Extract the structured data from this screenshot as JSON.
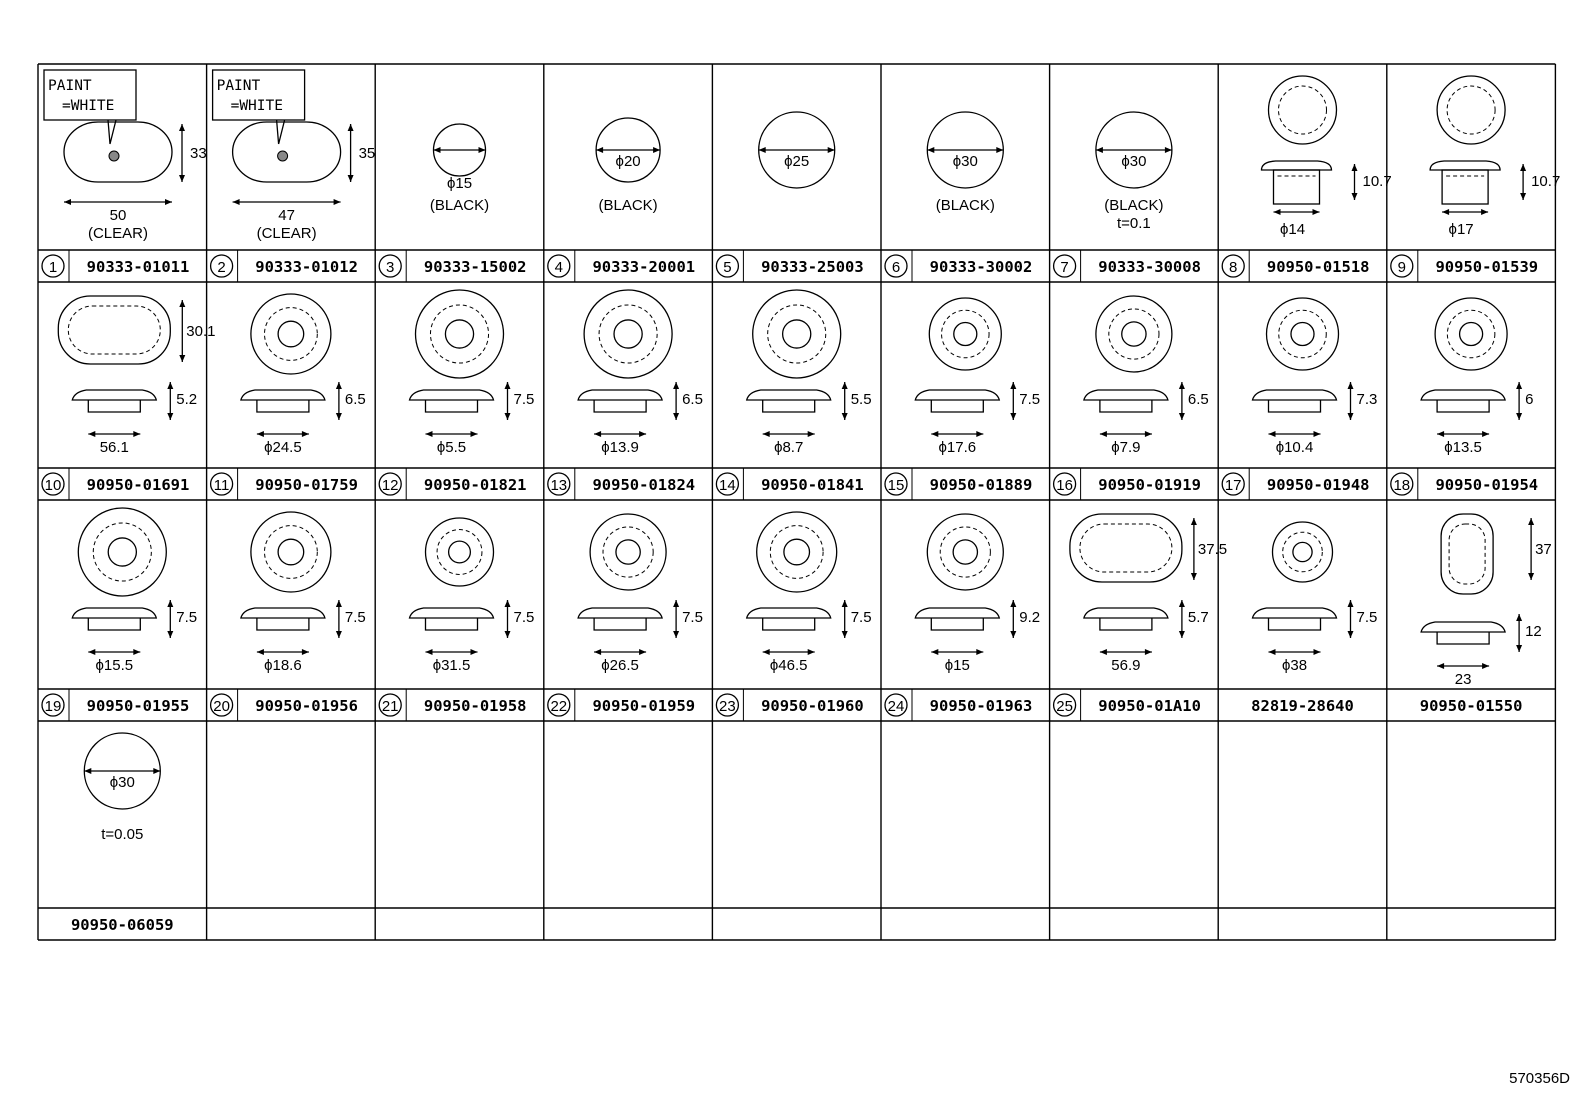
{
  "drawing_code": "570356D",
  "rows": [
    [
      {
        "index": "1",
        "part_no": "90333-01011",
        "notes": [
          "PAINT",
          "=WHITE",
          "(CLEAR)"
        ],
        "dims": [
          "50",
          "33"
        ]
      },
      {
        "index": "2",
        "part_no": "90333-01012",
        "notes": [
          "PAINT",
          "=WHITE",
          "(CLEAR)"
        ],
        "dims": [
          "47",
          "35"
        ]
      },
      {
        "index": "3",
        "part_no": "90333-15002",
        "notes": [
          "(BLACK)"
        ],
        "dims": [
          "ϕ15"
        ]
      },
      {
        "index": "4",
        "part_no": "90333-20001",
        "notes": [
          "(BLACK)"
        ],
        "dims": [
          "ϕ20"
        ]
      },
      {
        "index": "5",
        "part_no": "90333-25003",
        "notes": [],
        "dims": [
          "ϕ25"
        ]
      },
      {
        "index": "6",
        "part_no": "90333-30002",
        "notes": [
          "(BLACK)"
        ],
        "dims": [
          "ϕ30"
        ]
      },
      {
        "index": "7",
        "part_no": "90333-30008",
        "notes": [
          "(BLACK)",
          "t=0.1"
        ],
        "dims": [
          "ϕ30"
        ]
      },
      {
        "index": "8",
        "part_no": "90950-01518",
        "notes": [],
        "dims": [
          "ϕ14",
          "10.7"
        ]
      },
      {
        "index": "9",
        "part_no": "90950-01539",
        "notes": [],
        "dims": [
          "ϕ17",
          "10.7"
        ]
      }
    ],
    [
      {
        "index": "10",
        "part_no": "90950-01691",
        "notes": [],
        "dims": [
          "30.1",
          "56.1",
          "5.2"
        ]
      },
      {
        "index": "11",
        "part_no": "90950-01759",
        "notes": [],
        "dims": [
          "ϕ24.5",
          "6.5"
        ]
      },
      {
        "index": "12",
        "part_no": "90950-01821",
        "notes": [],
        "dims": [
          "ϕ5.5",
          "7.5"
        ]
      },
      {
        "index": "13",
        "part_no": "90950-01824",
        "notes": [],
        "dims": [
          "ϕ13.9",
          "6.5"
        ]
      },
      {
        "index": "14",
        "part_no": "90950-01841",
        "notes": [],
        "dims": [
          "ϕ8.7",
          "5.5"
        ]
      },
      {
        "index": "15",
        "part_no": "90950-01889",
        "notes": [],
        "dims": [
          "ϕ17.6",
          "7.5"
        ]
      },
      {
        "index": "16",
        "part_no": "90950-01919",
        "notes": [],
        "dims": [
          "ϕ7.9",
          "6.5"
        ]
      },
      {
        "index": "17",
        "part_no": "90950-01948",
        "notes": [],
        "dims": [
          "ϕ10.4",
          "7.3"
        ]
      },
      {
        "index": "18",
        "part_no": "90950-01954",
        "notes": [],
        "dims": [
          "ϕ13.5",
          "6"
        ]
      }
    ],
    [
      {
        "index": "19",
        "part_no": "90950-01955",
        "notes": [],
        "dims": [
          "ϕ15.5",
          "7.5"
        ]
      },
      {
        "index": "20",
        "part_no": "90950-01956",
        "notes": [],
        "dims": [
          "ϕ18.6",
          "7.5"
        ]
      },
      {
        "index": "21",
        "part_no": "90950-01958",
        "notes": [],
        "dims": [
          "ϕ31.5",
          "7.5"
        ]
      },
      {
        "index": "22",
        "part_no": "90950-01959",
        "notes": [],
        "dims": [
          "ϕ26.5",
          "7.5"
        ]
      },
      {
        "index": "23",
        "part_no": "90950-01960",
        "notes": [],
        "dims": [
          "ϕ46.5",
          "7.5"
        ]
      },
      {
        "index": "24",
        "part_no": "90950-01963",
        "notes": [],
        "dims": [
          "ϕ15",
          "9.2"
        ]
      },
      {
        "index": "25",
        "part_no": "90950-01A10",
        "notes": [],
        "dims": [
          "37.5",
          "56.9",
          "5.7"
        ]
      },
      {
        "index": "",
        "part_no": "82819-28640",
        "notes": [],
        "dims": [
          "ϕ38",
          "7.5"
        ]
      },
      {
        "index": "",
        "part_no": "90950-01550",
        "notes": [],
        "dims": [
          "37",
          "23",
          "12"
        ]
      }
    ],
    [
      {
        "index": "",
        "part_no": "90950-06059",
        "notes": [
          "t=0.05"
        ],
        "dims": [
          "ϕ30"
        ]
      },
      null,
      null,
      null,
      null,
      null,
      null,
      null,
      null
    ]
  ]
}
